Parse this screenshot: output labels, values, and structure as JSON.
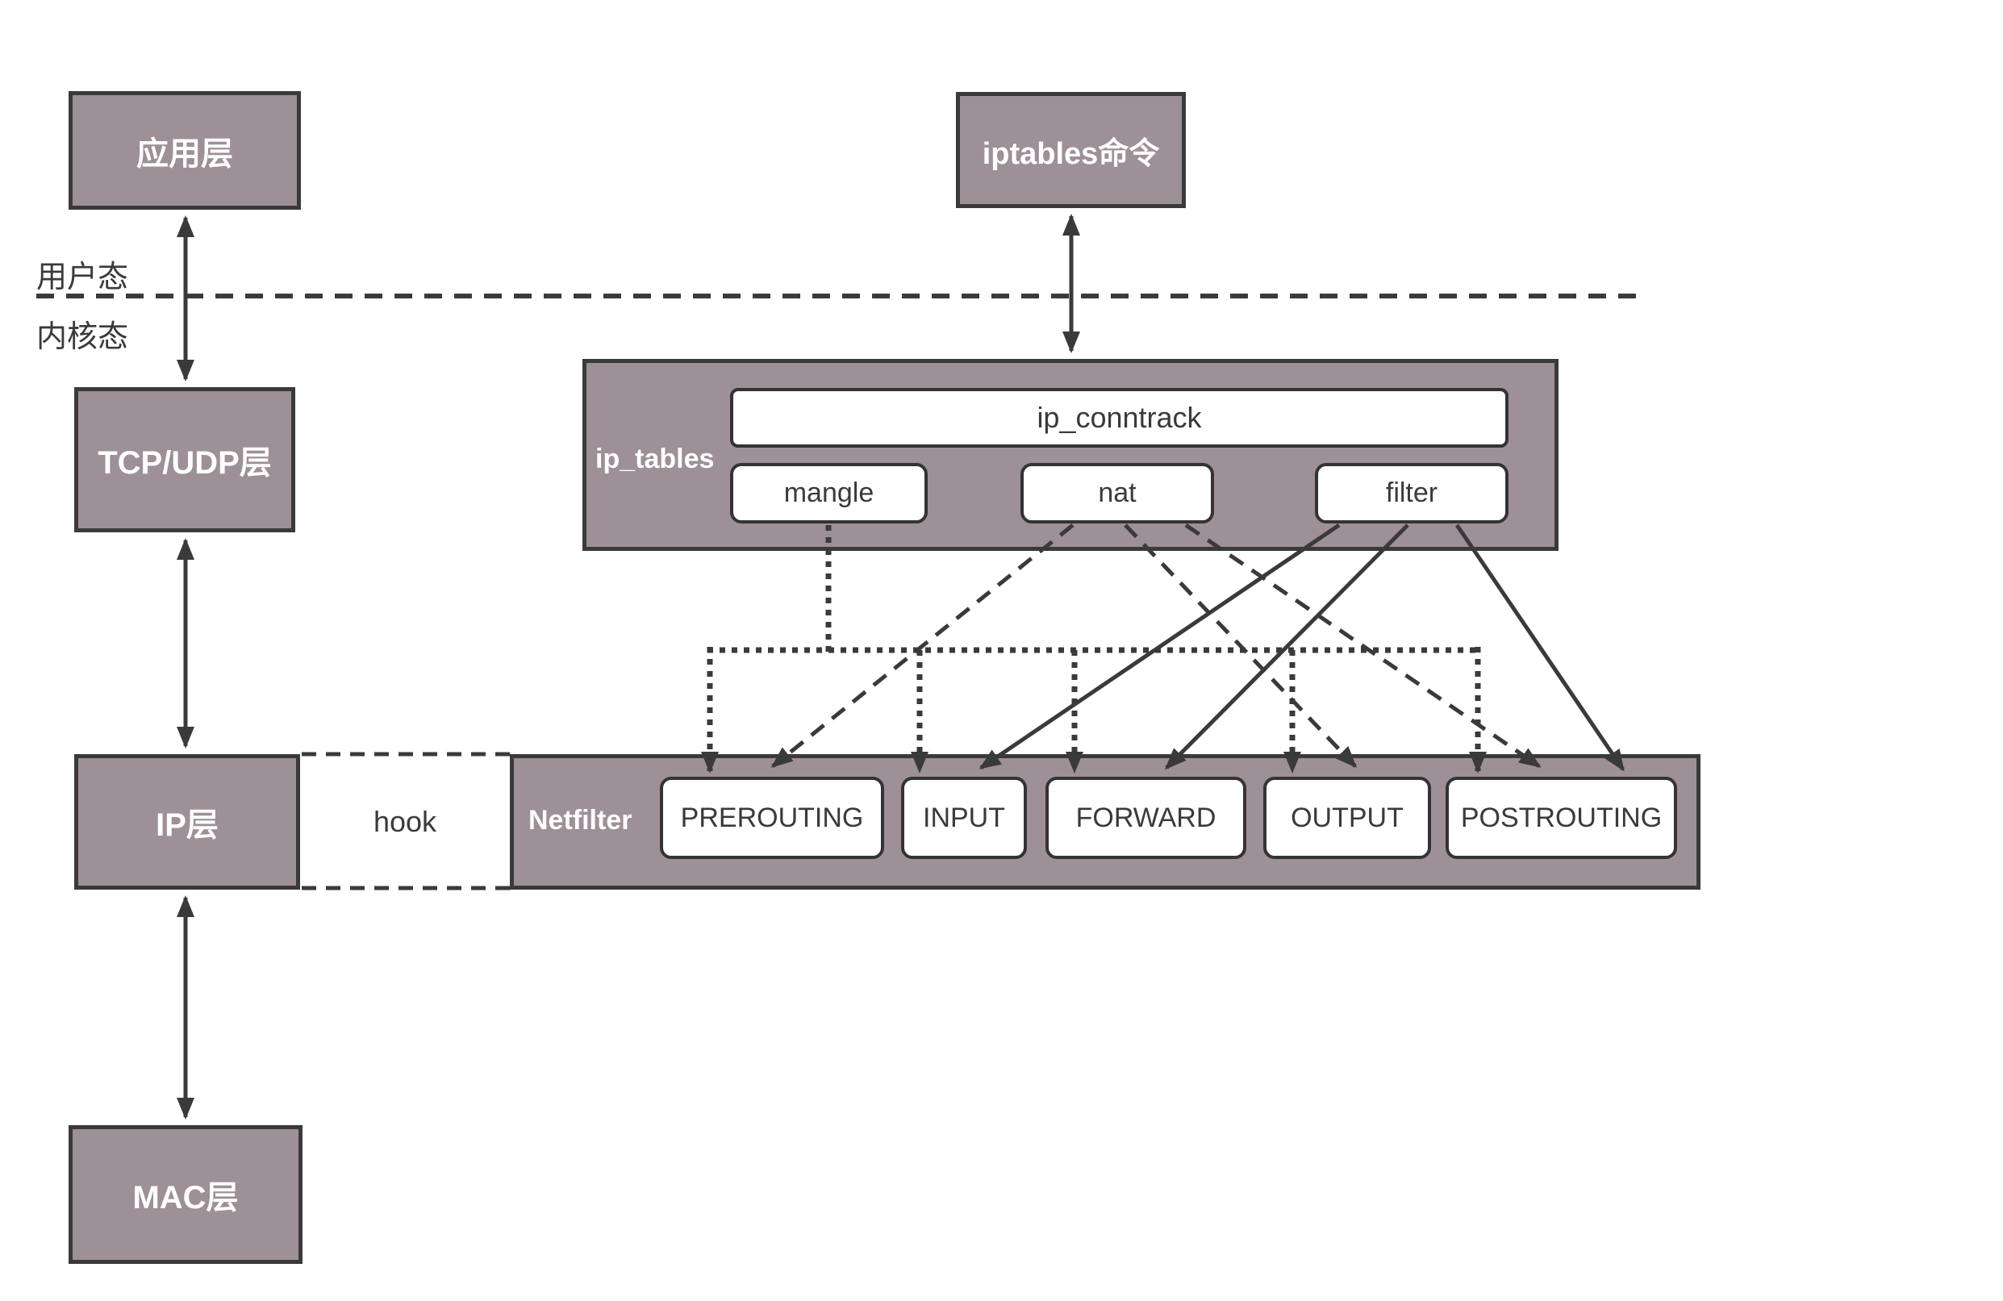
{
  "colors": {
    "box_fill": "#9e9097",
    "box_border": "#3a3a3a",
    "line": "#3a3a3a",
    "text_light": "#ffffff",
    "text_dark": "#3a3a3a",
    "background": "#ffffff"
  },
  "left_column": {
    "app_layer": "应用层",
    "tcp_udp_layer": "TCP/UDP层",
    "ip_layer": "IP层",
    "mac_layer": "MAC层"
  },
  "mode_labels": {
    "user_mode": "用户态",
    "kernel_mode": "内核态"
  },
  "iptables_command": "iptables命令",
  "ip_tables": {
    "label": "ip_tables",
    "conntrack": "ip_conntrack",
    "tables": [
      "mangle",
      "nat",
      "filter"
    ]
  },
  "netfilter": {
    "label": "Netfilter",
    "hook_label": "hook",
    "chains": [
      "PREROUTING",
      "INPUT",
      "FORWARD",
      "OUTPUT",
      "POSTROUTING"
    ]
  },
  "connections": {
    "mangle": {
      "style": "dotted",
      "targets": [
        "PREROUTING",
        "INPUT",
        "FORWARD",
        "OUTPUT",
        "POSTROUTING"
      ]
    },
    "nat": {
      "style": "dashed",
      "targets": [
        "PREROUTING",
        "OUTPUT",
        "POSTROUTING"
      ]
    },
    "filter": {
      "style": "solid",
      "targets": [
        "INPUT",
        "FORWARD",
        "POSTROUTING"
      ]
    },
    "vertical_links": [
      [
        "应用层",
        "TCP/UDP层"
      ],
      [
        "TCP/UDP层",
        "IP层"
      ],
      [
        "IP层",
        "MAC层"
      ],
      [
        "iptables命令",
        "ip_tables"
      ]
    ]
  }
}
